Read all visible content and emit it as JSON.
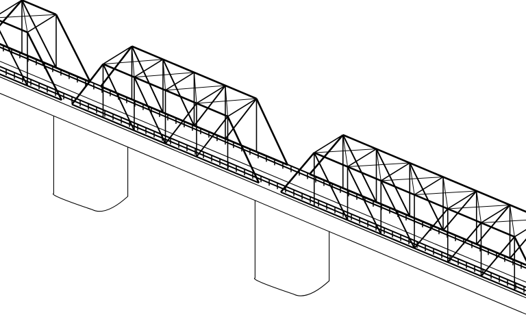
{
  "drawing": {
    "subject": "truss-bridge-line-drawing",
    "stroke_color": "#000000",
    "fill_color": "#ffffff",
    "span_count": 3,
    "pier_count": 2
  }
}
